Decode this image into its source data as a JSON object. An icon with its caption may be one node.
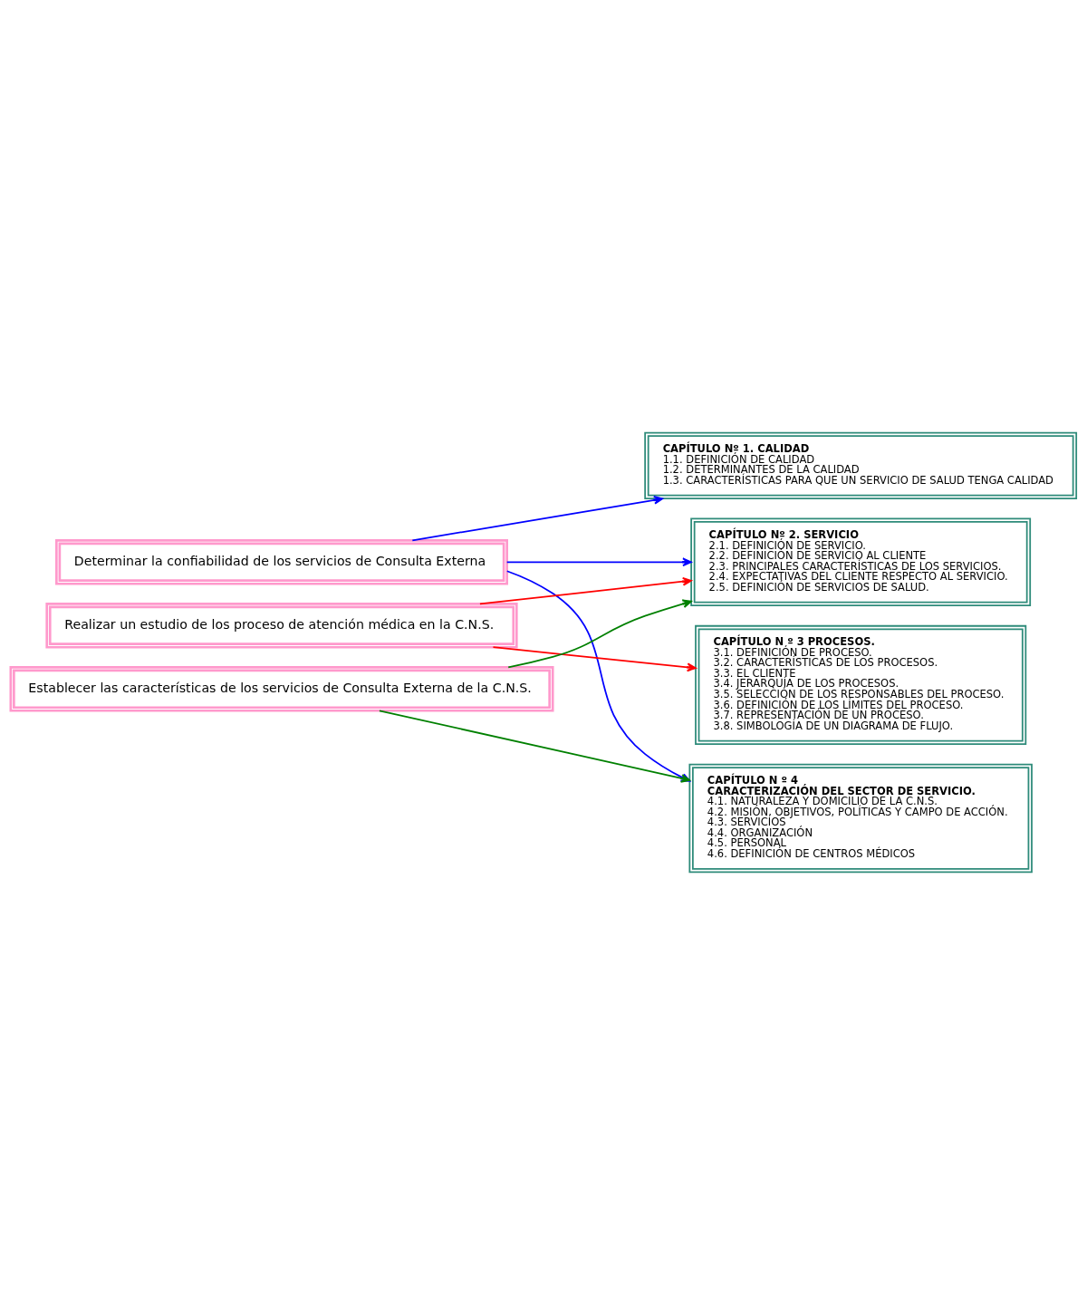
{
  "diagram": {
    "nodes": [
      {
        "text": [
          "Determinar la confiabilidad de los servicios de Consulta Externa"
        ]
      },
      {
        "text": [
          "Realizar un estudio de los proceso de atención médica en la C.N.S."
        ]
      },
      {
        "text": [
          "Establecer las características de los servicios de Consulta Externa de la C.N.S."
        ]
      },
      {
        "text": [
          "CAPÍTULO Nº 1. CALIDAD",
          "1.1. DEFINICIÓN DE CALIDAD",
          "1.2. DETERMINANTES DE LA CALIDAD",
          "1.3. CARACTERÍSTICAS PARA QUE UN SERVICIO DE SALUD TENGA CALIDAD"
        ]
      },
      {
        "text": [
          "CAPÍTULO Nº 2. SERVICIO",
          "2.1. DEFINICIÓN DE SERVICIO.",
          "2.2. DEFINICIÓN DE SERVICIO AL CLIENTE",
          "2.3. PRINCIPALES CARACTERÍSTICAS DE LOS SERVICIOS.",
          "2.4. EXPECTATIVAS DEL CLIENTE RESPECTO AL SERVICIO.",
          "2.5. DEFINICIÓN DE SERVICIOS DE SALUD."
        ]
      },
      {
        "text": [
          "CAPÍTULO N º 3 PROCESOS.",
          "3.1. DEFINICIÓN DE PROCESO.",
          "3.2. CARACTERÍSTICAS DE LOS PROCESOS.",
          "3.3. EL CLIENTE",
          "3.4. JERARQUÍA DE LOS PROCESOS.",
          "3.5. SELECCIÓN DE LOS RESPONSABLES DEL PROCESO.",
          "3.6. DEFINICIÓN DE LOS LÍMITES DEL PROCESO.",
          "3.7. REPRESENTACIÓN DE UN PROCESO.",
          "3.8. SIMBOLOGÍA DE UN DIAGRAMA DE FLUJO."
        ]
      },
      {
        "text": [
          "CAPÍTULO N º 4",
          "CARACTERIZACIÓN DEL SECTOR DE SERVICIO.",
          "4.1. NATURALEZA Y DOMICILIO DE LA C.N.S.",
          "4.2. MISIÓN, OBJETIVOS, POLÍTICAS Y CAMPO DE ACCIÓN.",
          "4.3. SERVICIOS",
          "4.4. ORGANIZACIÓN",
          "4.5. PERSONAL",
          "4.6. DEFINICIÓN DE CENTROS MÉDICOS"
        ]
      }
    ],
    "edges": [
      {
        "from": 0,
        "to": 3,
        "arrow": "to"
      },
      {
        "from": 0,
        "to": 4,
        "arrow": "to"
      },
      {
        "from": 0,
        "to": 6,
        "arrow": "to"
      },
      {
        "from": 2,
        "to": 4,
        "arrow": "to",
        "color": "#008000"
      },
      {
        "from": 1,
        "to": 4,
        "arrow": "to",
        "color": "#ff0000"
      },
      {
        "from": 1,
        "to": 5,
        "arrow": "to",
        "color": "#ff0000"
      },
      {
        "from": 2,
        "to": 6,
        "arrow": "to",
        "color": "#008000"
      }
    ]
  }
}
